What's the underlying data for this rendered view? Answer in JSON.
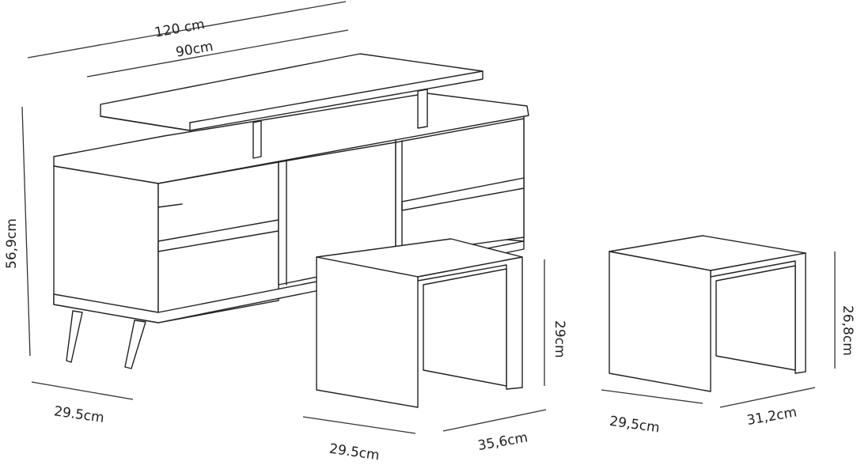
{
  "dimensions": {
    "unit_top_width": "120 cm",
    "unit_shelf_width": "90cm",
    "unit_height": "56,9cm",
    "unit_depth": "29.5cm",
    "table1_width": "29.5cm",
    "table1_depth": "35,6cm",
    "table1_height": "29cm",
    "table2_width": "29,5cm",
    "table2_depth": "31,2cm",
    "table2_height": "26,8cm"
  }
}
